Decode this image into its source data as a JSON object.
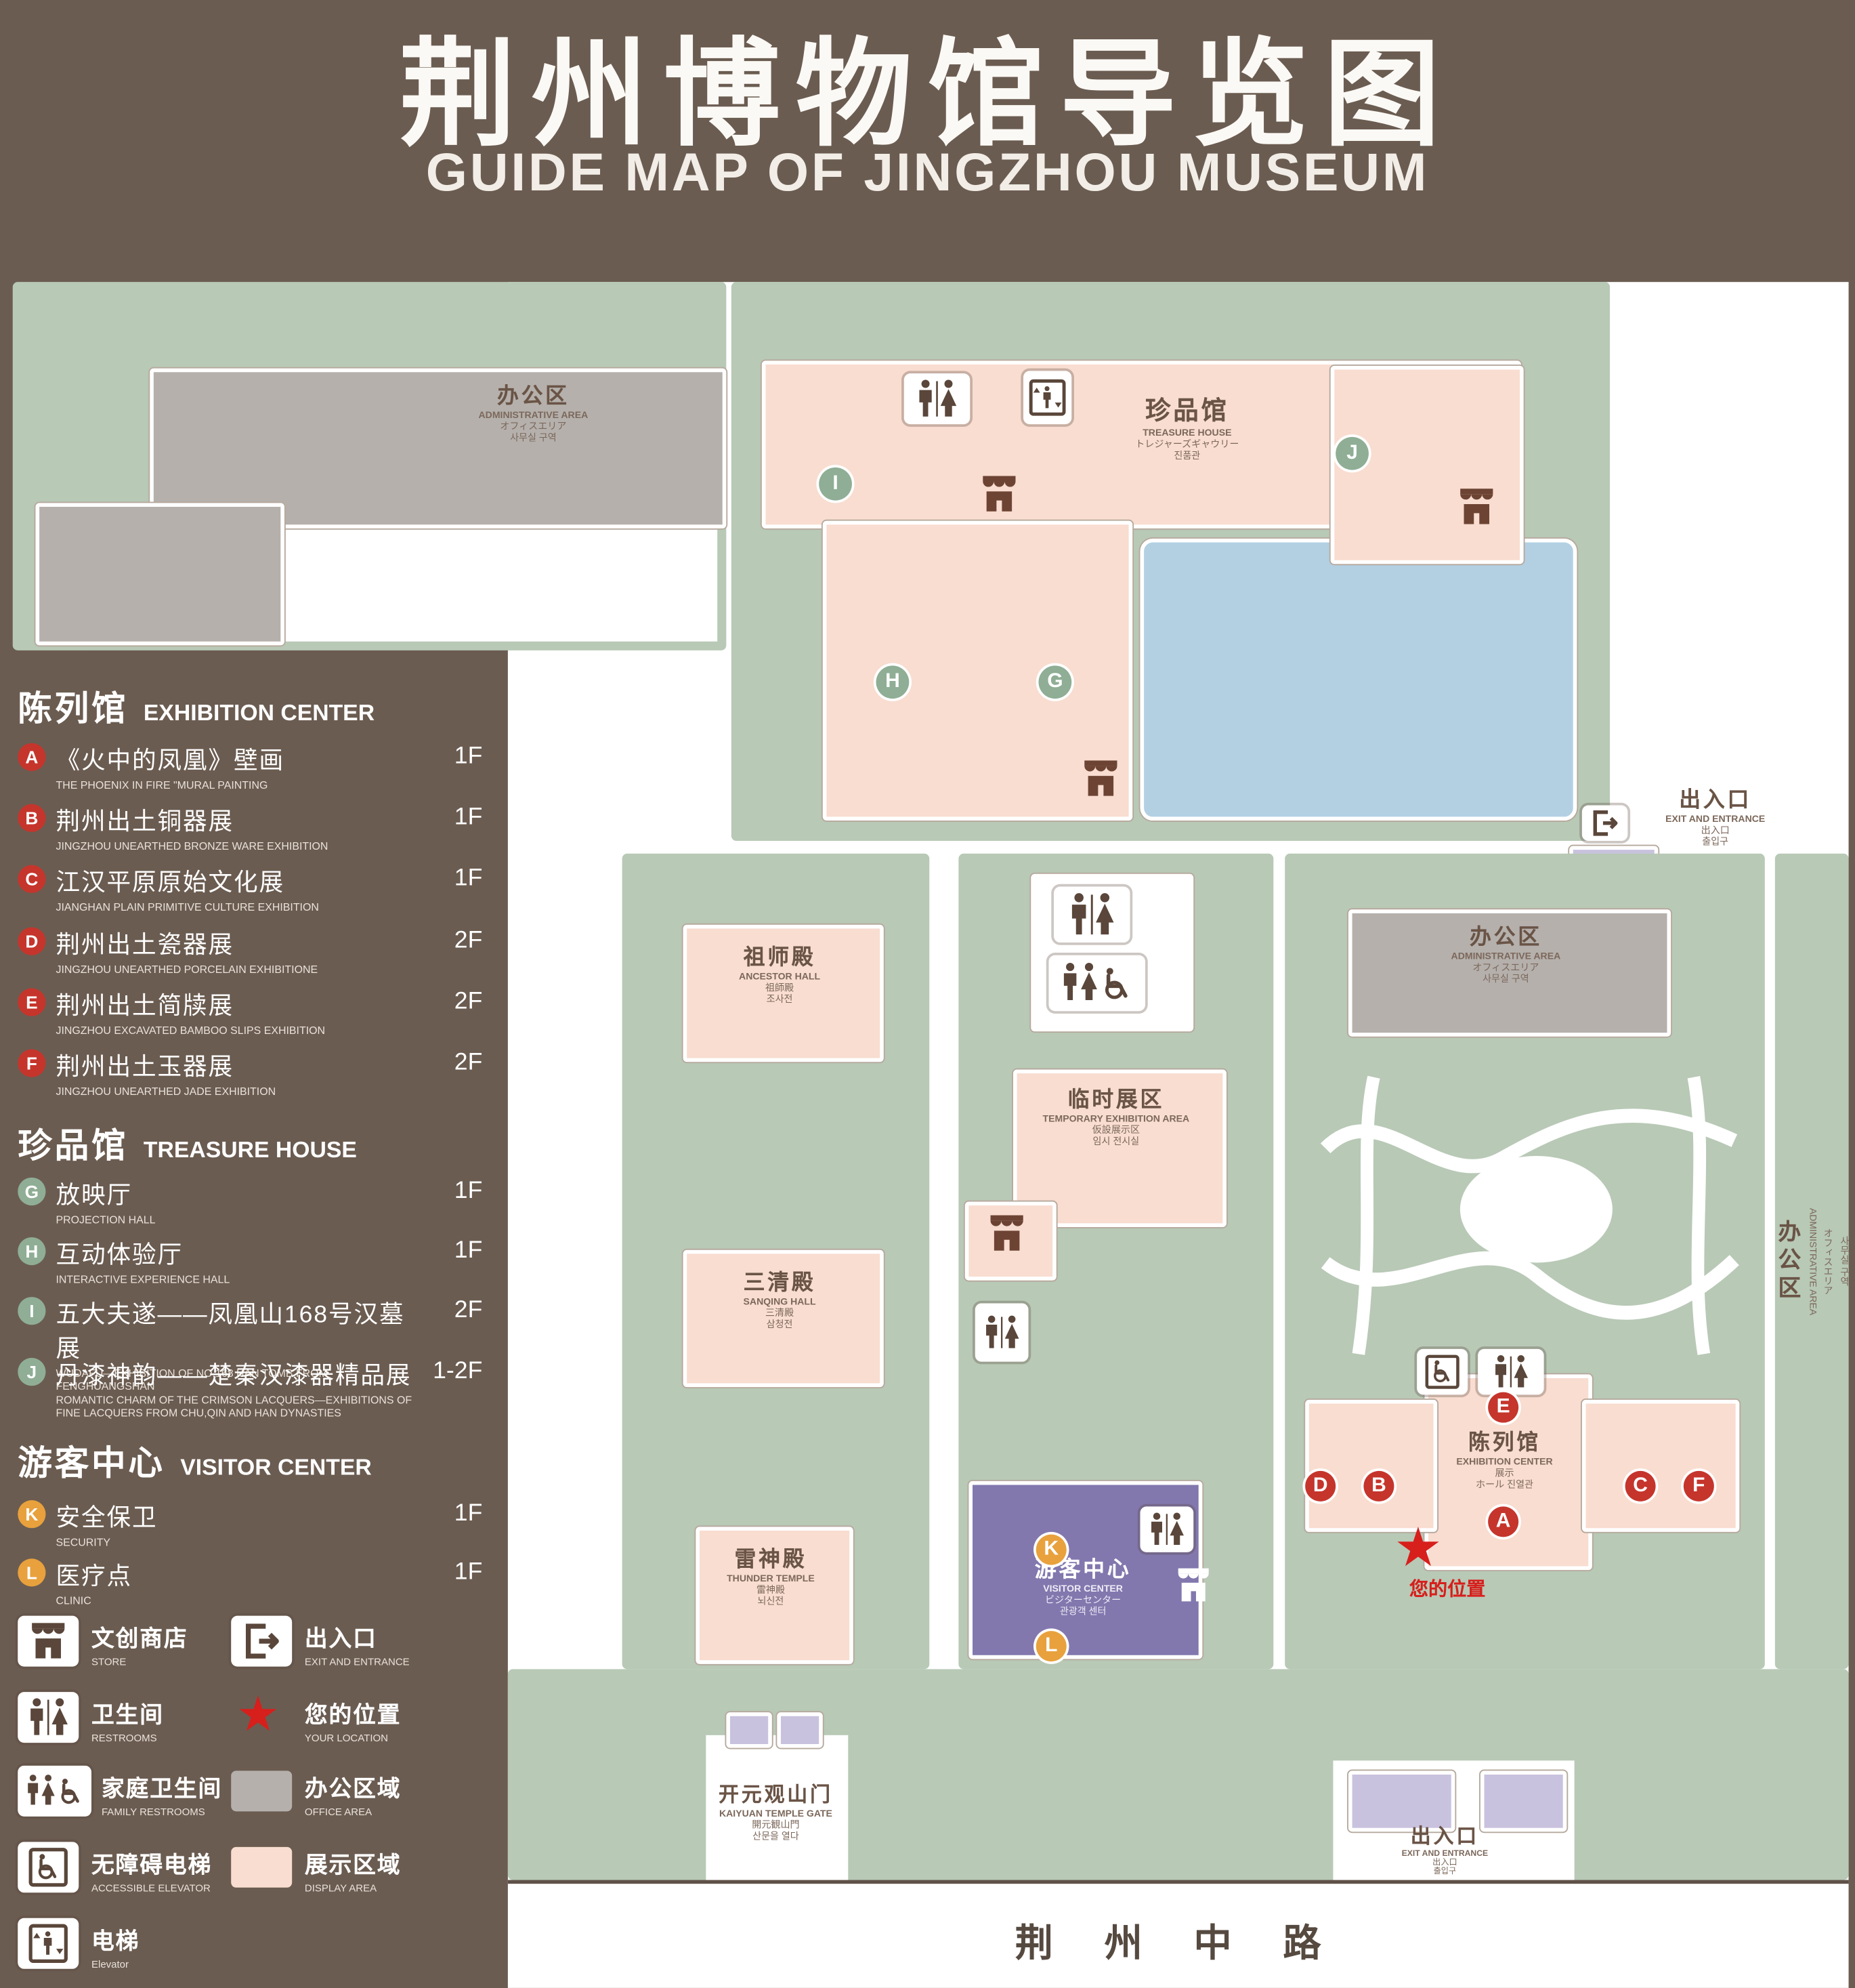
{
  "title": {
    "zh": "荆州博物馆导览图",
    "en": "GUIDE MAP OF JINGZHOU MUSEUM"
  },
  "legend": {
    "sections": [
      {
        "zh": "陈列馆",
        "en": "EXHIBITION CENTER",
        "items": [
          {
            "id": "A",
            "zh": "《火中的凤凰》壁画",
            "en": "THE PHOENIX IN FIRE \"MURAL PAINTING",
            "floor": "1F"
          },
          {
            "id": "B",
            "zh": "荆州出土铜器展",
            "en": "JINGZHOU UNEARTHED BRONZE WARE EXHIBITION",
            "floor": "1F"
          },
          {
            "id": "C",
            "zh": "江汉平原原始文化展",
            "en": "JIANGHAN PLAIN PRIMITIVE CULTURE EXHIBITION",
            "floor": "1F"
          },
          {
            "id": "D",
            "zh": "荆州出土瓷器展",
            "en": "JINGZHOU UNEARTHED PORCELAIN EXHIBITIONE",
            "floor": "2F"
          },
          {
            "id": "E",
            "zh": "荆州出土简牍展",
            "en": "JINGZHOU EXCAVATED BAMBOO SLIPS EXHIBITION",
            "floor": "2F"
          },
          {
            "id": "F",
            "zh": "荆州出土玉器展",
            "en": "JINGZHOU UNEARTHED JADE EXHIBITION",
            "floor": "2F"
          }
        ]
      },
      {
        "zh": "珍品馆",
        "en": "TREASURE HOUSE",
        "items": [
          {
            "id": "G",
            "zh": "放映厅",
            "en": "PROJECTION HALL",
            "floor": "1F"
          },
          {
            "id": "H",
            "zh": "互动体验厅",
            "en": "INTERACTIVE EXPERIENCE HALL",
            "floor": "1F"
          },
          {
            "id": "I",
            "zh": "五大夫遂——凤凰山168号汉墓展",
            "en": "WUDAFU—EXHIBITION OF NO.168 HAN TOMB FROM FENGHUANGSHAN",
            "floor": "2F"
          },
          {
            "id": "J",
            "zh": "丹漆神韵——楚秦汉漆器精品展",
            "en": "ROMANTIC CHARM OF THE CRIMSON LACQUERS—EXHIBITIONS OF FINE LACQUERS FROM CHU,QIN AND HAN DYNASTIES",
            "floor": "1-2F"
          }
        ]
      },
      {
        "zh": "游客中心",
        "en": "VISITOR CENTER",
        "items": [
          {
            "id": "K",
            "zh": "安全保卫",
            "en": "SECURITY",
            "floor": "1F"
          },
          {
            "id": "L",
            "zh": "医疗点",
            "en": "CLINIC",
            "floor": "1F"
          }
        ]
      }
    ],
    "symbols": [
      {
        "zh": "文创商店",
        "en": "STORE"
      },
      {
        "zh": "出入口",
        "en": "EXIT AND ENTRANCE"
      },
      {
        "zh": "卫生间",
        "en": "RESTROOMS"
      },
      {
        "zh": "您的位置",
        "en": "YOUR LOCATION"
      },
      {
        "zh": "家庭卫生间",
        "en": "FAMILY RESTROOMS"
      },
      {
        "zh": "办公区域",
        "en": "OFFICE AREA"
      },
      {
        "zh": "无障碍电梯",
        "en": "ACCESSIBLE ELEVATOR"
      },
      {
        "zh": "展示区域",
        "en": "DISPLAY AREA"
      },
      {
        "zh": "电梯",
        "en": "Elevator"
      }
    ]
  },
  "map": {
    "labels": {
      "admin_nw": {
        "zh": "办公区",
        "en": "ADMINISTRATIVE AREA",
        "jp": "オフィスエリア",
        "kr": "사무실 구역"
      },
      "treasure_house": {
        "zh": "珍品馆",
        "en": "TREASURE HOUSE",
        "jp": "トレジャーズギャウリー",
        "kr": "진품관"
      },
      "exit_ne": {
        "zh": "出入口",
        "en": "EXIT AND ENTRANCE",
        "jp": "出入口",
        "kr": "출입구"
      },
      "ancestor_hall": {
        "zh": "祖师殿",
        "en": "ANCESTOR HALL",
        "jp": "祖師殿",
        "kr": "조사전"
      },
      "admin_e": {
        "zh": "办公区",
        "en": "ADMINISTRATIVE AREA",
        "jp": "オフィスエリア",
        "kr": "사무실 구역"
      },
      "temporary_exhibition": {
        "zh": "临时展区",
        "en": "TEMPORARY EXHIBITION AREA",
        "jp": "仮設展示区",
        "kr": "임시 전시실"
      },
      "sanqing_hall": {
        "zh": "三清殿",
        "en": "SANQING HALL",
        "jp": "三清殿",
        "kr": "삼청전"
      },
      "thunder_temple": {
        "zh": "雷神殿",
        "en": "THUNDER TEMPLE",
        "jp": "雷神殿",
        "kr": "뇌신전"
      },
      "visitor_center": {
        "zh": "游客中心",
        "en": "VISITOR CENTER",
        "jp": "ビジターセンター",
        "kr": "관광객 센터"
      },
      "exhibition_center": {
        "zh": "陈列馆",
        "en": "EXHIBITION CENTER",
        "jp": "展示",
        "kr": "ホール 진열관"
      },
      "admin_strip": {
        "zh": "办公区",
        "en": "ADMINISTRATIVE AREA",
        "jp": "オフィスエリア",
        "kr": "사무실 구역"
      },
      "kaiyuan_gate": {
        "zh": "开元观山门",
        "en": "KAIYUAN TEMPLE GATE",
        "jp": "開元観山門",
        "kr": "산문을 열다"
      },
      "exit_s": {
        "zh": "出入口",
        "en": "EXIT AND ENTRANCE",
        "jp": "出入口",
        "kr": "출입구"
      },
      "your_location": "您的位置",
      "road": "荆 州 中 路"
    },
    "markers": {
      "A": "A",
      "B": "B",
      "C": "C",
      "D": "D",
      "E": "E",
      "F": "F",
      "G": "G",
      "H": "H",
      "I": "I",
      "J": "J",
      "K": "K",
      "L": "L"
    }
  }
}
